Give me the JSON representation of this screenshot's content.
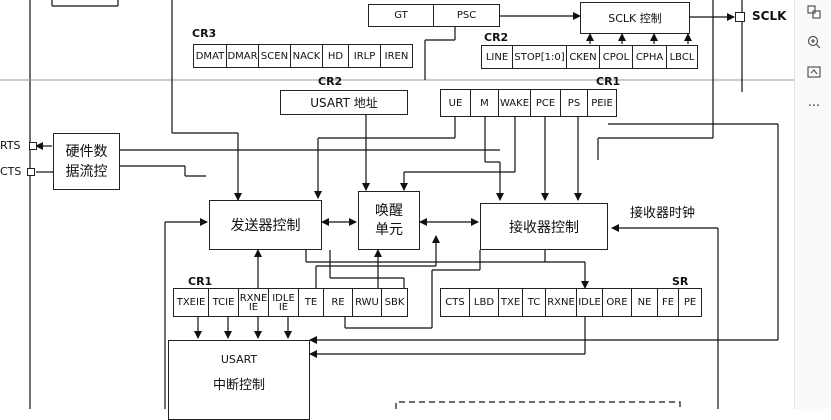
{
  "diagram": {
    "top_regs": {
      "gt": "GT",
      "psc": "PSC"
    },
    "sclk_ctrl": "SCLK 控制",
    "sclk_pin": "SCLK",
    "cr3": {
      "label": "CR3",
      "bits": [
        "DMAT",
        "DMAR",
        "SCEN",
        "NACK",
        "HD",
        "IRLP",
        "IREN"
      ]
    },
    "cr2_top": {
      "label": "CR2",
      "bits": [
        "LINE",
        "STOP[1:0]",
        "CKEN",
        "CPOL",
        "CPHA",
        "LBCL"
      ]
    },
    "cr2_addr": {
      "label": "CR2",
      "text": "USART 地址"
    },
    "cr1_top": {
      "label": "CR1",
      "bits": [
        "UE",
        "M",
        "WAKE",
        "PCE",
        "PS",
        "PEIE"
      ]
    },
    "pins": {
      "rts": "RTS",
      "cts": "CTS"
    },
    "hw_flow": {
      "line1": "硬件数",
      "line2": "据流控"
    },
    "tx_ctrl": "发送器控制",
    "wake_unit": {
      "line1": "唤醒",
      "line2": "单元"
    },
    "rx_ctrl": "接收器控制",
    "rx_clock": "接收器时钟",
    "cr1_bottom": {
      "label": "CR1",
      "bits": [
        "TXEIE",
        "TCIE",
        "RXNE IE",
        "IDLE IE",
        "TE",
        "RE",
        "RWU",
        "SBK"
      ]
    },
    "sr": {
      "label": "SR",
      "bits": [
        "CTS",
        "LBD",
        "TXE",
        "TC",
        "RXNE",
        "IDLE",
        "ORE",
        "NE",
        "FE",
        "PE"
      ]
    },
    "irq": {
      "line1": "USART",
      "line2": "中断控制"
    }
  },
  "toolbar": {
    "icons": [
      "copy-icon",
      "zoom-in-icon",
      "screenshot-icon",
      "more-icon"
    ],
    "more": "..."
  }
}
